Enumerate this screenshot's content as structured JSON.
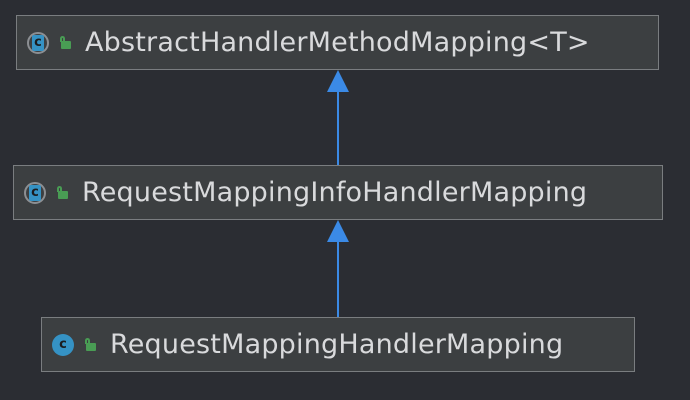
{
  "diagram": {
    "nodes": [
      {
        "id": "abstract",
        "label": "AbstractHandlerMethodMapping<T>",
        "icon": "abstract-class-icon",
        "icon_letter": "c",
        "visibility_icon": "public-lock-icon"
      },
      {
        "id": "info",
        "label": "RequestMappingInfoHandlerMapping",
        "icon": "abstract-class-icon",
        "icon_letter": "c",
        "visibility_icon": "public-lock-icon"
      },
      {
        "id": "request",
        "label": "RequestMappingHandlerMapping",
        "icon": "class-icon",
        "icon_letter": "c",
        "visibility_icon": "public-lock-icon"
      }
    ],
    "edges": [
      {
        "from": "info",
        "to": "abstract",
        "type": "extends"
      },
      {
        "from": "request",
        "to": "info",
        "type": "extends"
      }
    ],
    "colors": {
      "background": "#2b2d33",
      "node_fill": "#3c3f41",
      "node_border": "#7a7d80",
      "label": "#d9dadc",
      "class_icon": "#3592c4",
      "lock_icon": "#499c54",
      "edge": "#3b8ae6"
    }
  }
}
